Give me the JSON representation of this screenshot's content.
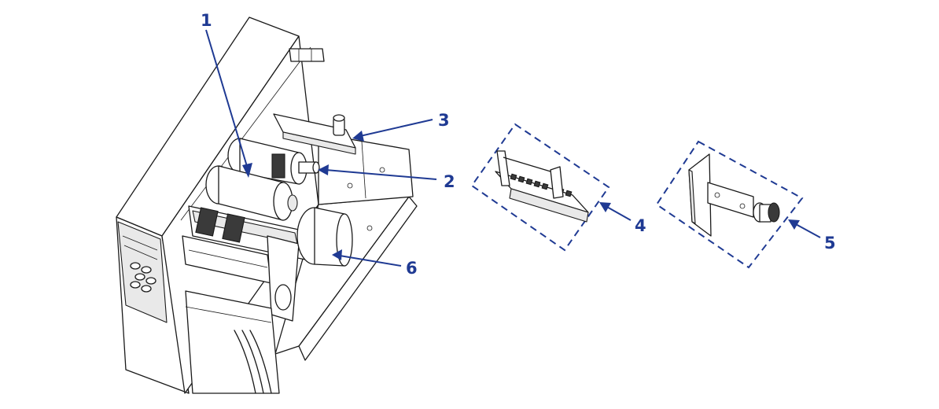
{
  "callouts": [
    {
      "label": "1",
      "ref": "ribbon-supply-spindle"
    },
    {
      "label": "2",
      "ref": "take-up-spindle"
    },
    {
      "label": "3",
      "ref": "upper-guide"
    },
    {
      "label": "4",
      "ref": "peel-assembly"
    },
    {
      "label": "5",
      "ref": "rewind-spindle"
    },
    {
      "label": "6",
      "ref": "media-supply-hanger"
    }
  ],
  "colors": {
    "callout": "#1f3a93",
    "line_art": "#1a1a1a",
    "background": "#ffffff"
  }
}
